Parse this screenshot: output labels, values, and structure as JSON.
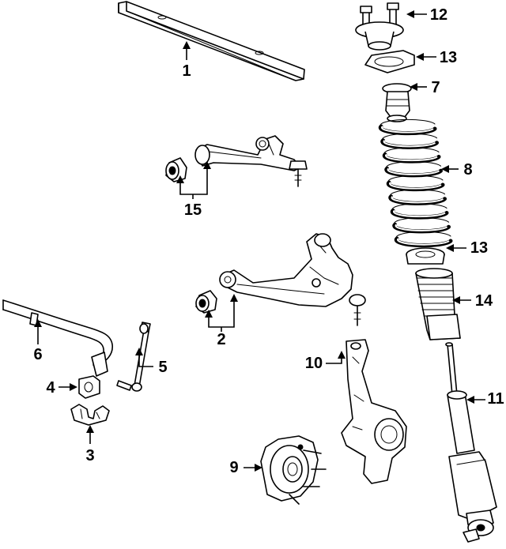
{
  "callouts": [
    {
      "id": "1",
      "label": "1"
    },
    {
      "id": "2",
      "label": "2"
    },
    {
      "id": "3",
      "label": "3"
    },
    {
      "id": "4",
      "label": "4"
    },
    {
      "id": "5",
      "label": "5"
    },
    {
      "id": "6",
      "label": "6"
    },
    {
      "id": "7",
      "label": "7"
    },
    {
      "id": "8",
      "label": "8"
    },
    {
      "id": "9",
      "label": "9"
    },
    {
      "id": "10",
      "label": "10"
    },
    {
      "id": "11",
      "label": "11"
    },
    {
      "id": "12",
      "label": "12"
    },
    {
      "id": "13a",
      "label": "13"
    },
    {
      "id": "13b",
      "label": "13"
    },
    {
      "id": "14",
      "label": "14"
    },
    {
      "id": "15",
      "label": "15"
    }
  ]
}
